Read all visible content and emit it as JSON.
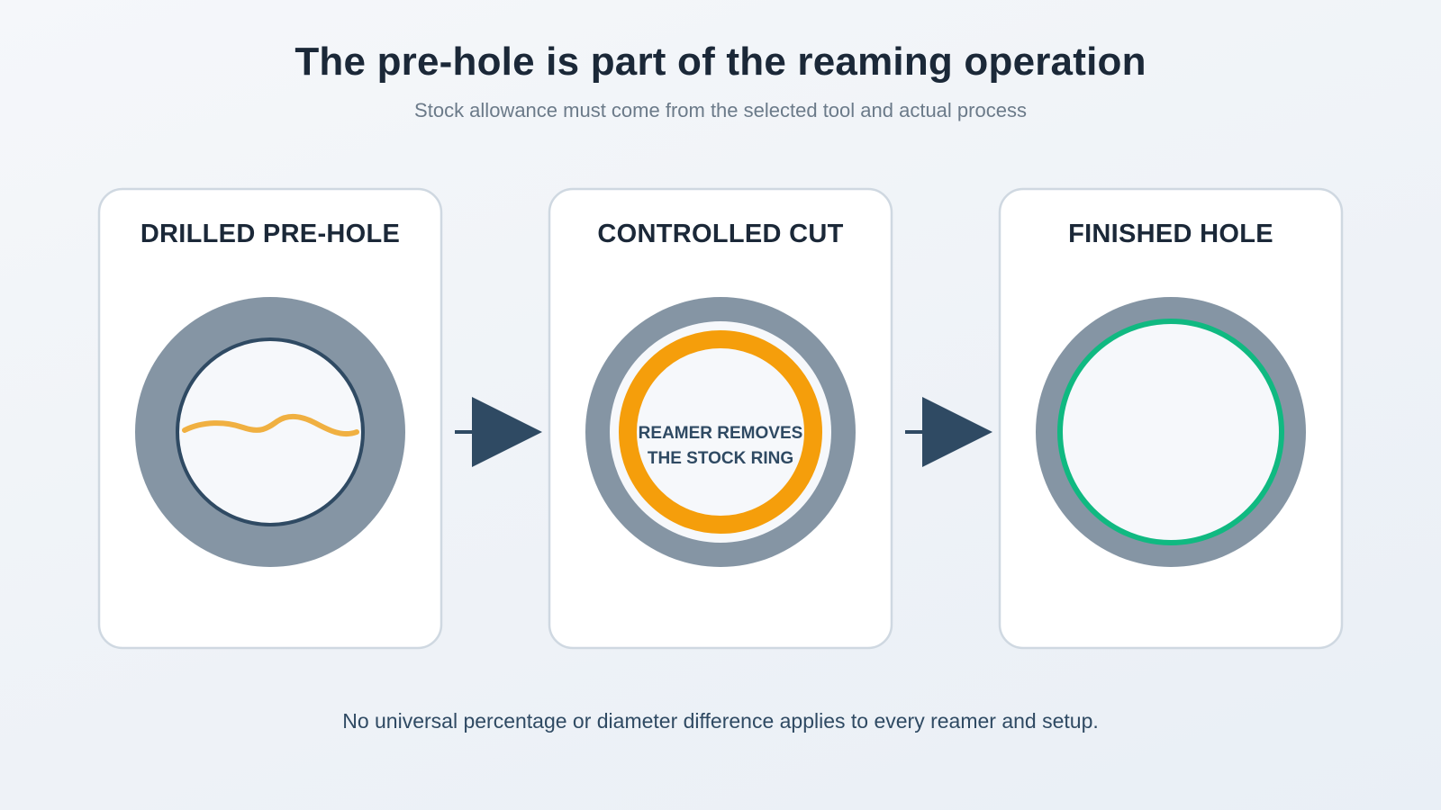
{
  "header": {
    "title": "The pre-hole is part of the reaming operation",
    "subtitle": "Stock allowance must come from the selected tool and actual process"
  },
  "steps": [
    {
      "title": "DRILLED PRE-HOLE",
      "icon": "rough-prehole-icon"
    },
    {
      "title": "CONTROLLED CUT",
      "icon": "stock-ring-icon",
      "ring_label_line1": "REAMER REMOVES",
      "ring_label_line2": "THE STOCK RING"
    },
    {
      "title": "FINISHED HOLE",
      "icon": "finished-hole-icon"
    }
  ],
  "footer": {
    "note": "No universal percentage or diameter difference applies to every reamer and setup."
  },
  "colors": {
    "workpiece": "#8595a4",
    "hole_fill": "#f6f8fb",
    "prehole_edge": "#2f4a63",
    "rough_surface": "#f0b041",
    "stock_ring": "#f59e0b",
    "finished_edge": "#10b981",
    "arrow": "#2f4a63",
    "card_border": "#cfd8e1"
  }
}
